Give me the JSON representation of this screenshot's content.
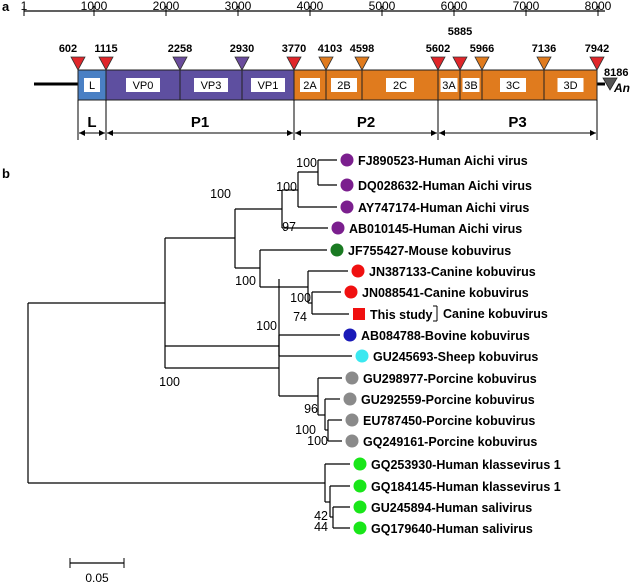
{
  "panels": {
    "a_label": "a",
    "b_label": "b"
  },
  "genome_map": {
    "ruler_ticks": [
      "1",
      "1000",
      "2000",
      "3000",
      "4000",
      "5000",
      "6000",
      "7000",
      "8000"
    ],
    "positions": [
      "602",
      "1115",
      "2258",
      "2930",
      "3770",
      "4103",
      "4598",
      "5602",
      "5885",
      "5966",
      "7136",
      "7942",
      "8186"
    ],
    "poly_a": "An",
    "regions": [
      {
        "label": "L",
        "color": "#4a80c4"
      },
      {
        "label": "VP0",
        "color": "#5e4fa0"
      },
      {
        "label": "VP3",
        "color": "#5e4fa0"
      },
      {
        "label": "VP1",
        "color": "#5e4fa0"
      },
      {
        "label": "2A",
        "color": "#e07b1e"
      },
      {
        "label": "2B",
        "color": "#e07b1e"
      },
      {
        "label": "2C",
        "color": "#e07b1e"
      },
      {
        "label": "3A",
        "color": "#e07b1e"
      },
      {
        "label": "3B",
        "color": "#e07b1e"
      },
      {
        "label": "3C",
        "color": "#e07b1e"
      },
      {
        "label": "3D",
        "color": "#e07b1e"
      }
    ],
    "groups": [
      "L",
      "P1",
      "P2",
      "P3"
    ],
    "colors": {
      "red_marker": "#e0262a",
      "purple_marker": "#6a4c9c",
      "orange_marker": "#e07b1e",
      "grey_marker": "#555555"
    }
  },
  "tree": {
    "taxa": [
      {
        "label": "FJ890523-Human Aichi virus",
        "marker": "circle",
        "color": "#7b1f8e"
      },
      {
        "label": "DQ028632-Human Aichi virus",
        "marker": "circle",
        "color": "#7b1f8e"
      },
      {
        "label": "AY747174-Human Aichi virus",
        "marker": "circle",
        "color": "#7b1f8e"
      },
      {
        "label": "AB010145-Human Aichi virus",
        "marker": "circle",
        "color": "#7b1f8e"
      },
      {
        "label": "JF755427-Mouse kobuvirus",
        "marker": "circle",
        "color": "#1a7a22"
      },
      {
        "label": "JN387133-Canine kobuvirus",
        "marker": "circle",
        "color": "#f01010"
      },
      {
        "label": "JN088541-Canine kobuvirus",
        "marker": "circle",
        "color": "#f01010"
      },
      {
        "label": "This study",
        "marker": "square",
        "color": "#f01010"
      },
      {
        "label": "AB084788-Bovine kobuvirus",
        "marker": "circle",
        "color": "#1a1ab8"
      },
      {
        "label": "GU245693-Sheep kobuvirus",
        "marker": "circle",
        "color": "#3ae8f0"
      },
      {
        "label": "GU298977-Porcine kobuvirus",
        "marker": "circle",
        "color": "#8a8a8a"
      },
      {
        "label": "GU292559-Porcine kobuvirus",
        "marker": "circle",
        "color": "#8a8a8a"
      },
      {
        "label": "EU787450-Porcine kobuvirus",
        "marker": "circle",
        "color": "#8a8a8a"
      },
      {
        "label": "GQ249161-Porcine kobuvirus",
        "marker": "circle",
        "color": "#8a8a8a"
      },
      {
        "label": "GQ253930-Human klassevirus 1",
        "marker": "circle",
        "color": "#19e619"
      },
      {
        "label": "GQ184145-Human klassevirus 1",
        "marker": "circle",
        "color": "#19e619"
      },
      {
        "label": "GU245894-Human salivirus",
        "marker": "circle",
        "color": "#19e619"
      },
      {
        "label": "GQ179640-Human salivirus",
        "marker": "circle",
        "color": "#19e619"
      }
    ],
    "bracket_label": "Canine kobuvirus",
    "bootstrap": [
      "100",
      "100",
      "97",
      "100",
      "100",
      "100",
      "74",
      "100",
      "100",
      "96",
      "100",
      "100",
      "42",
      "44"
    ],
    "scale_bar": "0.05"
  }
}
